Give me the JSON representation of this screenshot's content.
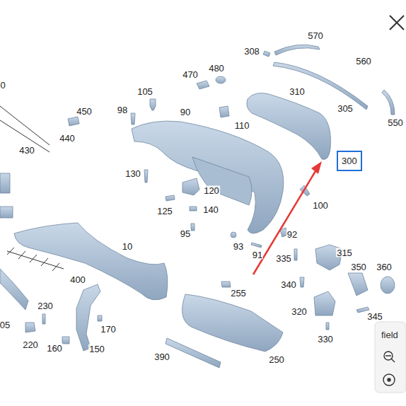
{
  "diagram": {
    "nodes": [
      {
        "text": [
          "300"
        ]
      },
      {
        "text": [
          "field"
        ]
      }
    ],
    "labels": [
      "570",
      "308",
      "560",
      "470",
      "480",
      "310",
      "305",
      "550",
      "105",
      "98",
      "90",
      "110",
      "450",
      "440",
      "430",
      "0",
      "130",
      "120",
      "125",
      "140",
      "95",
      "100",
      "93",
      "91",
      "92",
      "335",
      "315",
      "350",
      "360",
      "340",
      "320",
      "345",
      "330",
      "255",
      "250",
      "390",
      "10",
      "400",
      "230",
      "220",
      "160",
      "170",
      "150",
      "05"
    ]
  }
}
